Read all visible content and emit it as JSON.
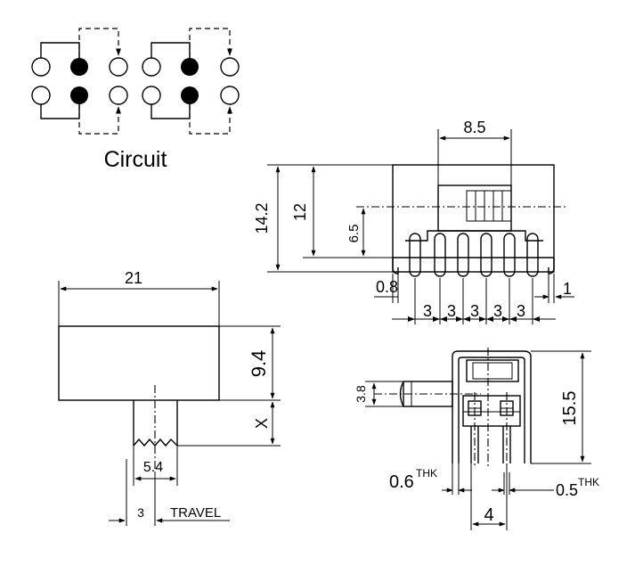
{
  "circuit": {
    "label": "Circuit",
    "pin_colors": {
      "open": "#ffffff",
      "filled": "#000000"
    }
  },
  "top_view": {
    "dim_width": "8.5",
    "dim_height_total": "14.2",
    "dim_height_body": "12",
    "dim_height_center": "6.5",
    "dim_edge_left": "0.8",
    "dim_edge_right": "1",
    "pitch_labels": [
      "3",
      "3",
      "3",
      "3",
      "3"
    ]
  },
  "side_view": {
    "dim_length": "21",
    "dim_body_height": "9.4",
    "dim_actuator": "X",
    "dim_actuator_width": "5.4",
    "dim_travel": "3",
    "travel_label": "TRAVEL"
  },
  "end_view": {
    "dim_actuator_dia": "3.8",
    "dim_height": "15.5",
    "dim_pin_spacing": "4",
    "dim_pin_thk_left": "0.6",
    "dim_pin_thk_right": "0.5",
    "thk_label": "THK"
  }
}
